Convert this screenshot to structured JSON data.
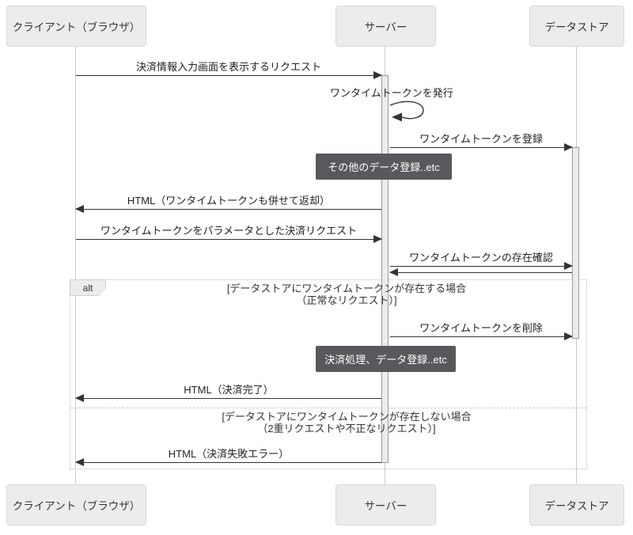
{
  "participants": {
    "client": "クライアント（ブラウザ）",
    "server": "サーバー",
    "datastore": "データストア"
  },
  "messages": {
    "request_payment_screen": "決済情報入力画面を表示するリクエスト",
    "issue_token": "ワンタイムトークンを発行",
    "register_token": "ワンタイムトークンを登録",
    "return_html_with_token": "HTML（ワンタイムトークンも併せて返却）",
    "payment_request_with_token": "ワンタイムトークンをパラメータとした決済リクエスト",
    "check_token_exists": "ワンタイムトークンの存在確認",
    "delete_token": "ワンタイムトークンを削除",
    "html_payment_complete": "HTML（決済完了）",
    "html_payment_error": "HTML（決済失敗エラー）"
  },
  "notes": {
    "other_data_registration": "その他のデータ登録..etc",
    "payment_processing": "決済処理、データ登録..etc"
  },
  "alt": {
    "label": "alt",
    "case_exists_line1": "[データストアにワンタイムトークンが存在する場合",
    "case_exists_line2": "（正常なリクエスト）]",
    "case_not_exists_line1": "[データストアにワンタイムトークンが存在しない場合",
    "case_not_exists_line2": "（2重リクエストや不正なリクエスト）]"
  },
  "colors": {
    "participant_fill": "#ececec",
    "participant_border": "#d8d8d8",
    "note_fill": "#58595c",
    "note_text": "#ffffff",
    "arrow": "#333333",
    "lifeline": "#cccccc",
    "frame_border": "#bdbdbd"
  }
}
